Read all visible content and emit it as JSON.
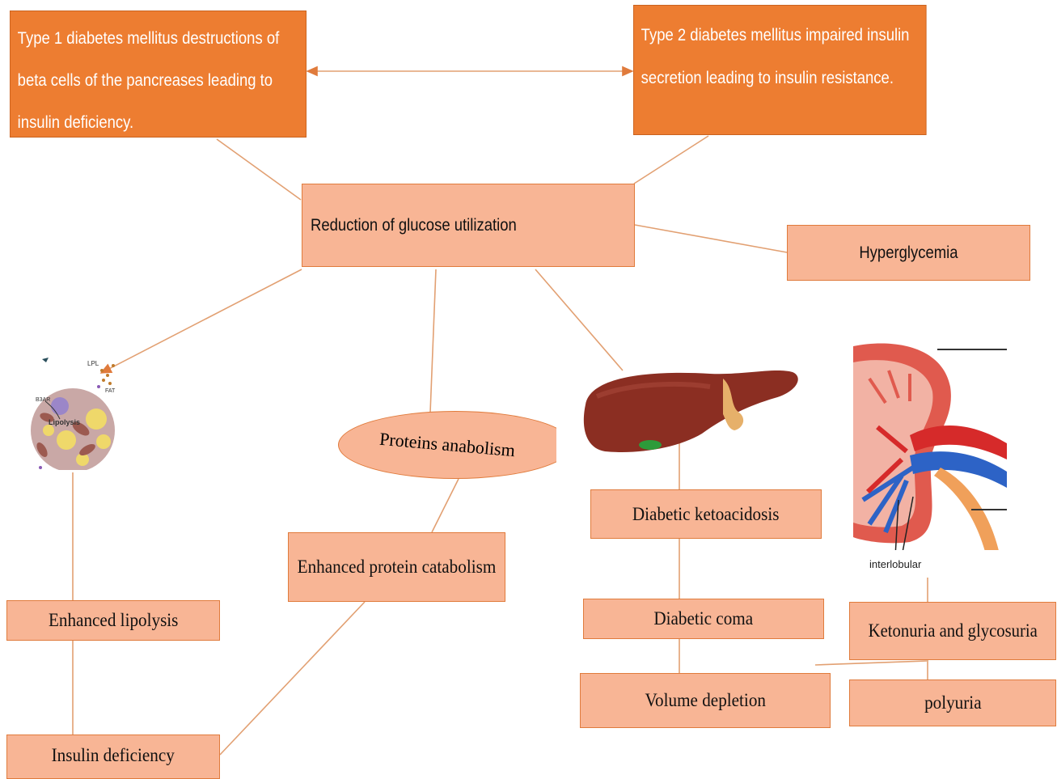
{
  "nodes": {
    "type1": "Type 1 diabetes mellitus destructions of beta cells of the pancreases leading to insulin deficiency.",
    "type2": "Type 2 diabetes mellitus impaired insulin secretion leading to insulin resistance.",
    "reduction": "Reduction of glucose utilization",
    "hyperglycemia": "Hyperglycemia",
    "proteins_anabolism": "Proteins anabolism",
    "protein_catabolism": "Enhanced protein catabolism",
    "lipolysis": "Enhanced lipolysis",
    "insulin_deficiency": "Insulin deficiency",
    "ketoacidosis": "Diabetic ketoacidosis",
    "coma": "Diabetic coma",
    "volume_depletion": "Volume depletion",
    "ketonuria": "Ketonuria and glycosuria",
    "polyuria": "polyuria"
  },
  "images": {
    "adipocyte": {
      "labels": {
        "lpl": "LPL",
        "fat": "FAT",
        "b3ar": "B3AR",
        "lipolysis": "Lipolysis"
      }
    },
    "liver": {},
    "kidney": {
      "label": "interlobular"
    }
  },
  "colors": {
    "dark_box": "#ed7d31",
    "light_box": "#f8b595",
    "connector": "#e2a072"
  }
}
